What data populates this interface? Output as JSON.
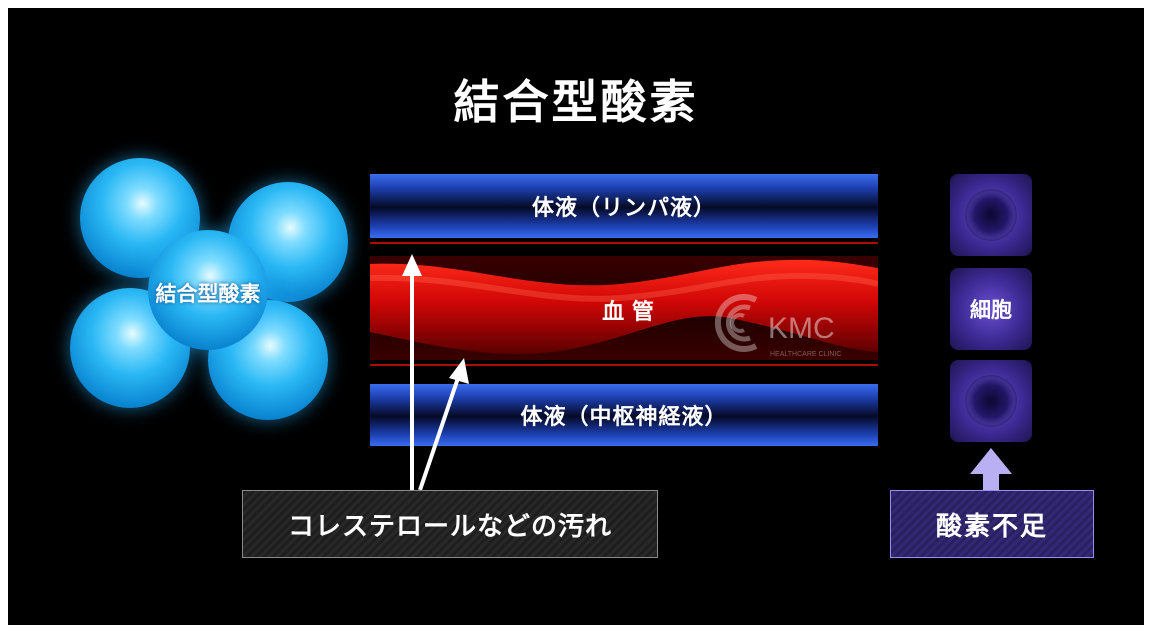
{
  "title": "結合型酸素",
  "molecule_label": "結合型酸素",
  "band_top_label": "体液（リンパ液）",
  "vessel_label": "血 管",
  "band_bottom_label": "体液（中枢神経液）",
  "watermark": {
    "brand": "KMC",
    "tagline": "HEALTHCARE CLINIC"
  },
  "cell_label": "細胞",
  "callout_cholesterol": "コレステロールなどの汚れ",
  "callout_oxygen": "酸素不足",
  "colors": {
    "background": "#000000",
    "band_blue": "#3c6df0",
    "vessel_red": "#e00a0a",
    "sphere_blue": "#2ab8f4",
    "cell_purple": "#4a36b0"
  }
}
